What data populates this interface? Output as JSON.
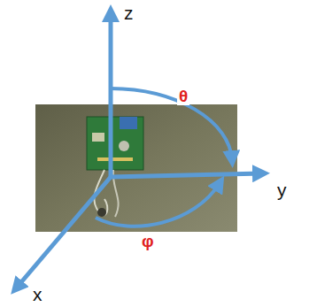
{
  "diagram": {
    "labels": [
      "z",
      "θ",
      "y",
      "φ",
      "x"
    ]
  }
}
